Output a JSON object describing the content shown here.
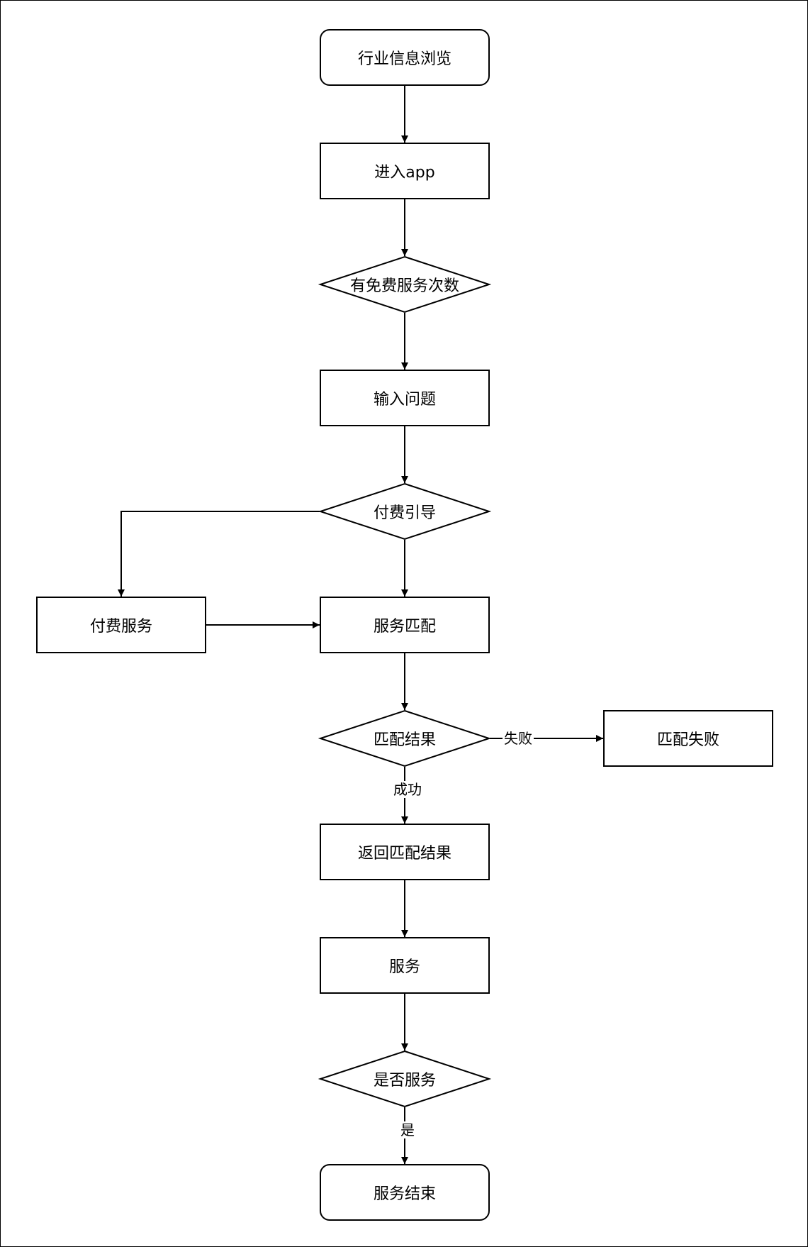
{
  "nodes": {
    "browse": "行业信息浏览",
    "enter_app": "进入app",
    "free_quota": "有免费服务次数",
    "input_question": "输入问题",
    "pay_guide": "付费引导",
    "paid_service": "付费服务",
    "service_match": "服务匹配",
    "match_result": "匹配结果",
    "match_failed": "匹配失败",
    "return_result": "返回匹配结果",
    "service": "服务",
    "whether_service": "是否服务",
    "service_end": "服务结束"
  },
  "edge_labels": {
    "failed": "失败",
    "success": "成功",
    "yes": "是"
  }
}
